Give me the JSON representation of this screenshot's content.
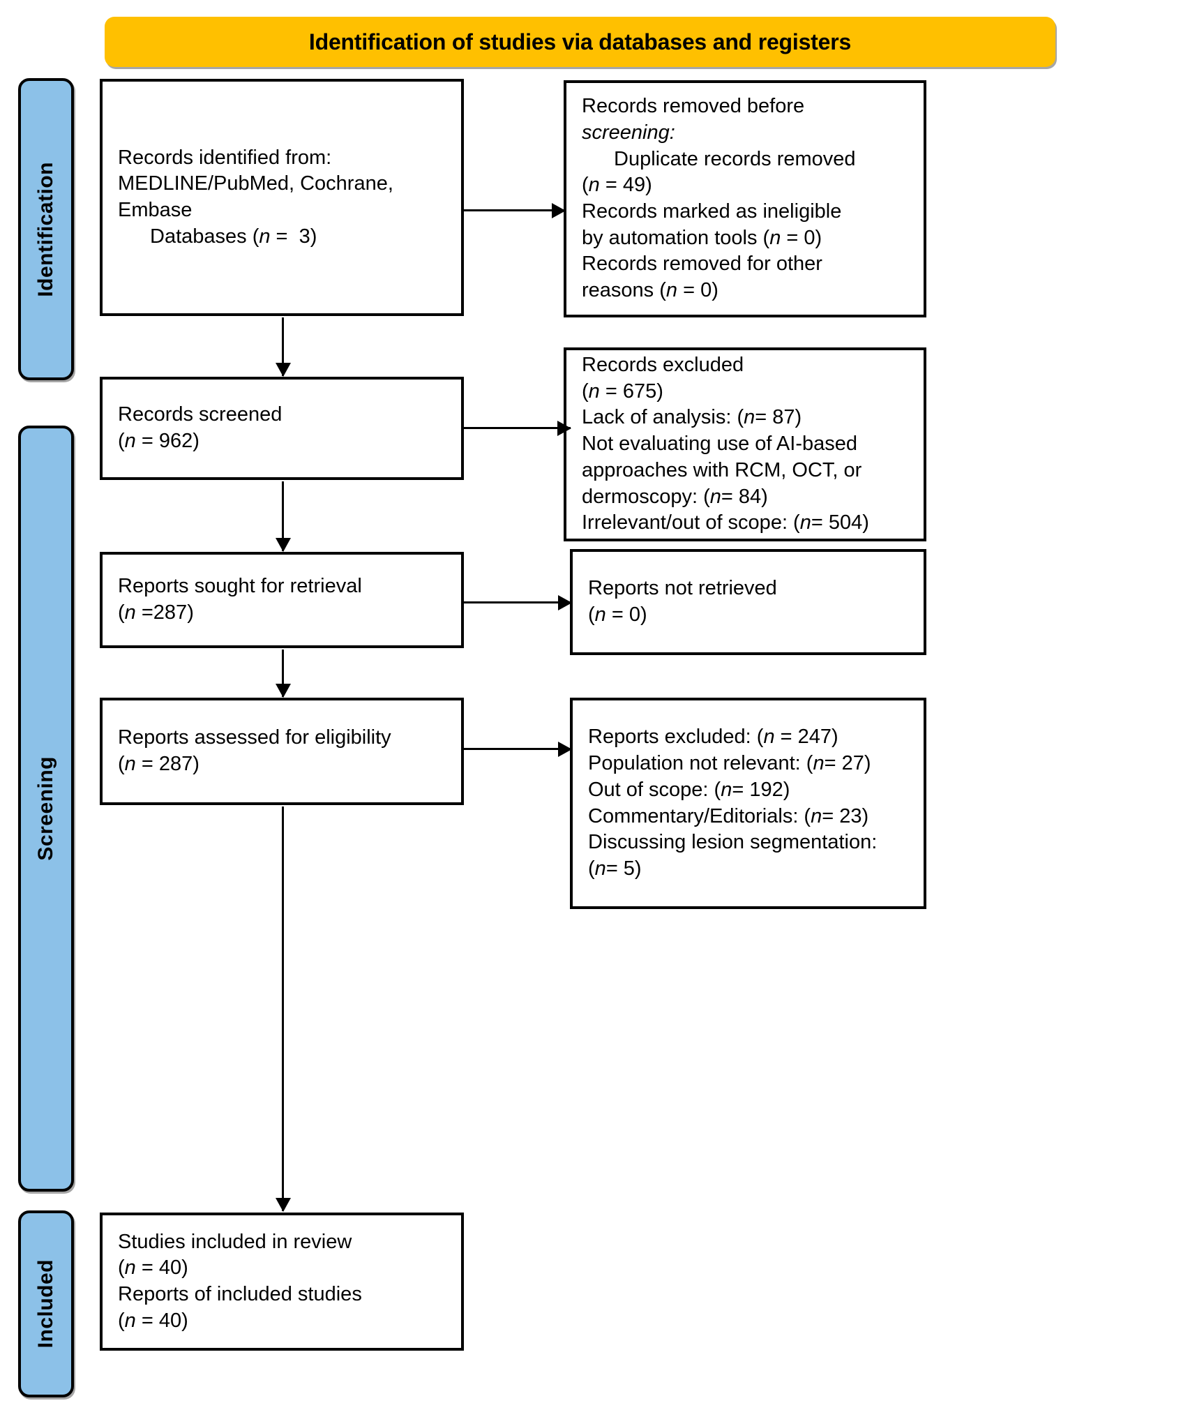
{
  "header": {
    "title": "Identification of studies via databases and registers",
    "bar_color": "#FFC000"
  },
  "stages": {
    "tab_color": "#8CC1E8",
    "identification": "Identification",
    "screening": "Screening",
    "included": "Included"
  },
  "boxes": {
    "identified": {
      "lines": [
        {
          "text": "Records identified from:",
          "style": "normal",
          "indent": false
        },
        {
          "text": "MEDLINE/PubMed, Cochrane,",
          "style": "normal",
          "indent": false
        },
        {
          "text": "Embase",
          "style": "normal",
          "indent": false
        },
        {
          "text": "Databases (n =  3)",
          "style": "normal",
          "indent": true
        }
      ]
    },
    "removed": {
      "lines": [
        {
          "text": "Records removed before",
          "style": "normal",
          "indent": false
        },
        {
          "text": "screening:",
          "style": "italic",
          "indent": false
        },
        {
          "text": "Duplicate records removed",
          "style": "normal",
          "indent": true
        },
        {
          "text": "(n = 49)",
          "style": "normal",
          "indent": false
        },
        {
          "text": "Records marked as ineligible",
          "style": "normal",
          "indent": false
        },
        {
          "text": "by automation tools (n = 0)",
          "style": "normal",
          "indent": false
        },
        {
          "text": "Records removed for other",
          "style": "normal",
          "indent": false
        },
        {
          "text": "reasons (n = 0)",
          "style": "normal",
          "indent": false
        }
      ]
    },
    "screened": {
      "lines": [
        {
          "text": "Records screened",
          "style": "normal",
          "indent": false
        },
        {
          "text": "(n = 962)",
          "style": "normal",
          "indent": false
        }
      ]
    },
    "records_excluded": {
      "lines": [
        {
          "text": "Records excluded",
          "style": "normal",
          "indent": false
        },
        {
          "text": "(n = 675)",
          "style": "normal",
          "indent": false
        },
        {
          "text": "Lack of analysis: (n= 87)",
          "style": "normal",
          "indent": false
        },
        {
          "text": "Not evaluating use of AI-based",
          "style": "normal",
          "indent": false
        },
        {
          "text": "approaches with RCM, OCT, or",
          "style": "normal",
          "indent": false
        },
        {
          "text": "dermoscopy: (n= 84)",
          "style": "normal",
          "indent": false
        },
        {
          "text": "Irrelevant/out of scope: (n= 504)",
          "style": "normal",
          "indent": false
        }
      ]
    },
    "sought": {
      "lines": [
        {
          "text": "Reports sought for retrieval",
          "style": "normal",
          "indent": false
        },
        {
          "text": "(n =287)",
          "style": "normal",
          "indent": false
        }
      ]
    },
    "not_retrieved": {
      "lines": [
        {
          "text": "Reports not retrieved",
          "style": "normal",
          "indent": false
        },
        {
          "text": "(n = 0)",
          "style": "normal",
          "indent": false
        }
      ]
    },
    "assessed": {
      "lines": [
        {
          "text": "Reports assessed for eligibility",
          "style": "normal",
          "indent": false
        },
        {
          "text": "(n = 287)",
          "style": "normal",
          "indent": false
        }
      ]
    },
    "reports_excluded": {
      "lines": [
        {
          "text": "Reports excluded: (n = 247)",
          "style": "normal",
          "indent": false
        },
        {
          "text": "Population not relevant: (n= 27)",
          "style": "normal",
          "indent": false
        },
        {
          "text": "Out of scope: (n= 192)",
          "style": "normal",
          "indent": false
        },
        {
          "text": "Commentary/Editorials: (n= 23)",
          "style": "normal",
          "indent": false
        },
        {
          "text": "Discussing lesion segmentation:",
          "style": "normal",
          "indent": false
        },
        {
          "text": "(n= 5)",
          "style": "normal",
          "indent": false
        }
      ]
    },
    "included": {
      "lines": [
        {
          "text": "Studies included in review",
          "style": "normal",
          "indent": false
        },
        {
          "text": "(n = 40)",
          "style": "normal",
          "indent": false
        },
        {
          "text": "Reports of included studies",
          "style": "normal",
          "indent": false
        },
        {
          "text": "(n = 40)",
          "style": "normal",
          "indent": false
        }
      ]
    }
  }
}
